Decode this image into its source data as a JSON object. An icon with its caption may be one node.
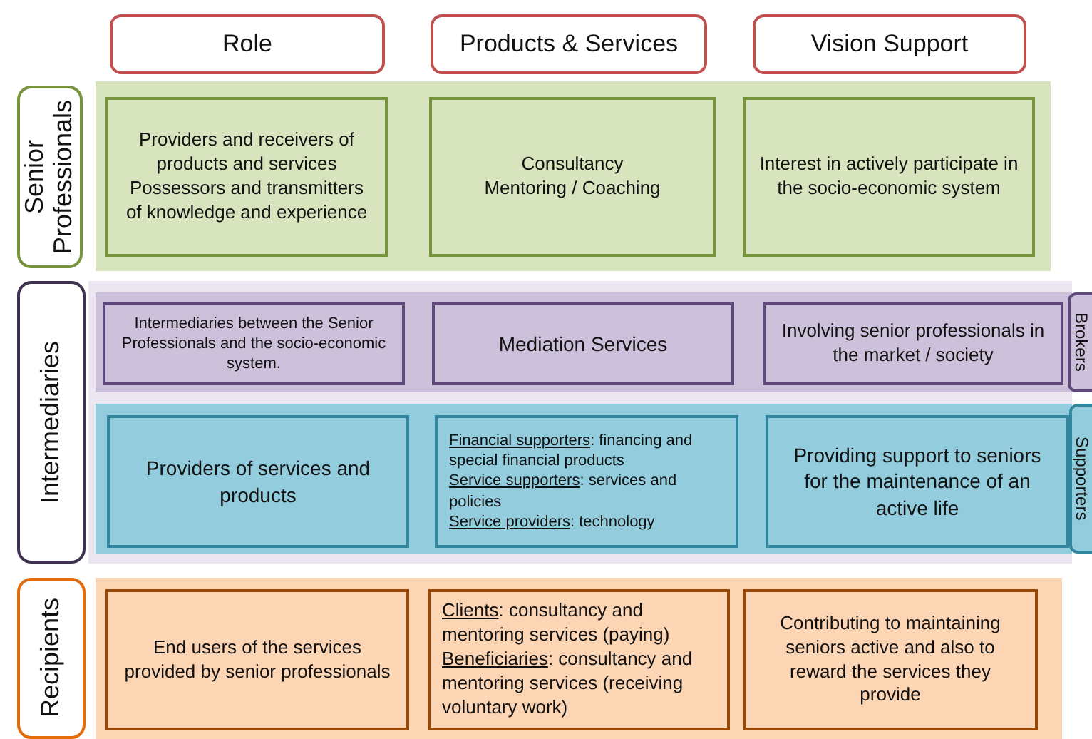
{
  "diagram": {
    "nodes": [
      {
        "text": [
          "Role"
        ]
      },
      {
        "text": [
          "Products & Services"
        ]
      },
      {
        "text": [
          "Vision Support"
        ]
      },
      {
        "text": [
          "Senior Professionals"
        ]
      },
      {
        "text": [],
        "shape": "band"
      },
      {
        "text": [
          "Providers and receivers of products and services",
          "Possessors and transmitters of knowledge and experience"
        ],
        "in": 4
      },
      {
        "text": [
          "Consultancy",
          "Mentoring / Coaching"
        ],
        "in": 4
      },
      {
        "text": [
          "Interest in actively participate  in the socio-economic system"
        ],
        "in": 4
      },
      {
        "text": [
          "Intermediaries"
        ]
      },
      {
        "text": [],
        "shape": "band"
      },
      {
        "text": [],
        "shape": "band",
        "in": 9
      },
      {
        "text": [
          "Intermediaries between the Senior Professionals and the socio-economic system."
        ],
        "in": 10
      },
      {
        "text": [
          "Mediation Services"
        ],
        "in": 10
      },
      {
        "text": [
          "Involving senior professionals in the market / society"
        ],
        "in": 10
      },
      {
        "text": [
          "Brokers"
        ]
      },
      {
        "text": [],
        "shape": "band",
        "in": 9
      },
      {
        "text": [
          "Providers of services and products"
        ],
        "in": 15
      },
      {
        "text": [
          "Financial supporters: financing and special financial products",
          "Service supporters: services and policies",
          "Service providers: technology"
        ],
        "in": 15
      },
      {
        "text": [
          "Providing support to seniors for the maintenance of an active life"
        ],
        "in": 15
      },
      {
        "text": [
          "Supporters"
        ]
      },
      {
        "text": [
          "Recipients"
        ]
      },
      {
        "text": [],
        "shape": "band"
      },
      {
        "text": [
          "End users of the services provided by senior professionals"
        ],
        "in": 21
      },
      {
        "text": [
          "Clients: consultancy and mentoring services (paying)",
          "Beneficiaries: consultancy and mentoring services (receiving voluntary work)"
        ],
        "in": 21
      },
      {
        "text": [
          "Contributing to maintaining seniors active and also to reward the services they provide"
        ],
        "in": 21
      }
    ]
  }
}
